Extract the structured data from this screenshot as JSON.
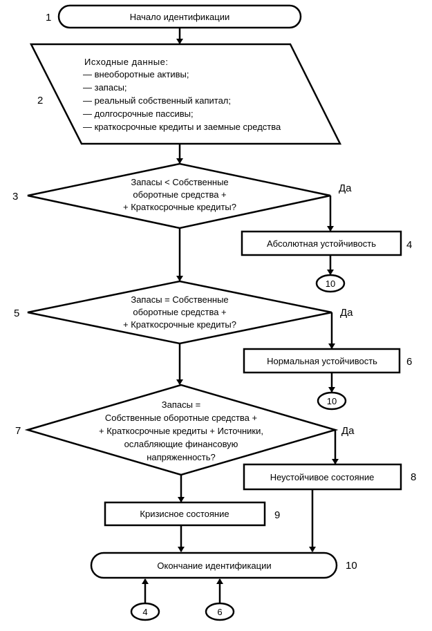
{
  "nodes": {
    "start": {
      "number": "1",
      "text": "Начало идентификации"
    },
    "input": {
      "number": "2",
      "title": "Исходные данные:",
      "items": [
        "— внеоборотные активы;",
        "— запасы;",
        "— реальный собственный капитал;",
        "— долгосрочные пассивы;",
        "— краткосрочные кредиты и заемные средства"
      ]
    },
    "check1": {
      "number": "3",
      "lines": [
        "Запасы < Собственные",
        "оборотные средства +",
        "+ Краткосрочные кредиты?"
      ],
      "yes": "Да"
    },
    "absolute": {
      "number": "4",
      "text": "Абсолютная устойчивость",
      "connector": "10"
    },
    "check2": {
      "number": "5",
      "lines": [
        "Запасы = Собственные",
        "оборотные средства +",
        "+ Краткосрочные кредиты?"
      ],
      "yes": "Да"
    },
    "normal": {
      "number": "6",
      "text": "Нормальная устойчивость",
      "connector": "10"
    },
    "check3": {
      "number": "7",
      "lines": [
        "Запасы =",
        "Собственные оборотные средства +",
        "+ Краткосрочные кредиты + Источники,",
        "ослабляющие финансовую",
        "напряженность?"
      ],
      "yes": "Да"
    },
    "unstable": {
      "number": "8",
      "text": "Неустойчивое состояние"
    },
    "crisis": {
      "number": "9",
      "text": "Кризисное состояние"
    },
    "end": {
      "number": "10",
      "text": "Окончание идентификации",
      "connectors": [
        "4",
        "6"
      ]
    }
  }
}
